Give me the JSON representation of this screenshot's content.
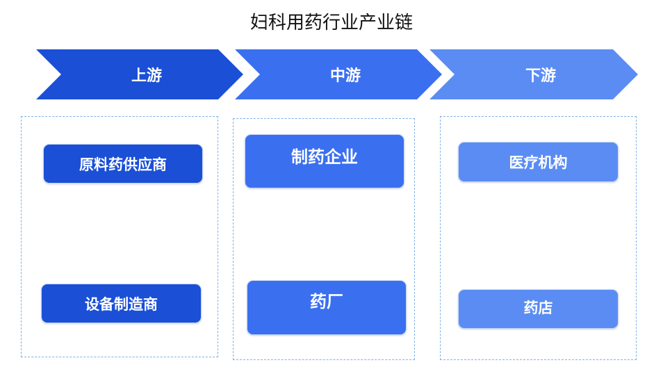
{
  "title": "妇科用药行业产业链",
  "stages": [
    {
      "label": "上游",
      "color": "#1a4fd6"
    },
    {
      "label": "中游",
      "color": "#3a6ff0"
    },
    {
      "label": "下游",
      "color": "#5a8cf3"
    }
  ],
  "upstream": {
    "items": [
      "原料药供应商",
      "设备制造商"
    ]
  },
  "midstream": {
    "items": [
      "制药企业",
      "药厂"
    ]
  },
  "downstream": {
    "items": [
      "医疗机构",
      "药店"
    ]
  },
  "colors": {
    "upstream_box": "#1a4fd6",
    "midstream_box": "#3a6ff0",
    "downstream_box": "#5a8cf3",
    "dashed_border": "#7fb0e6"
  }
}
